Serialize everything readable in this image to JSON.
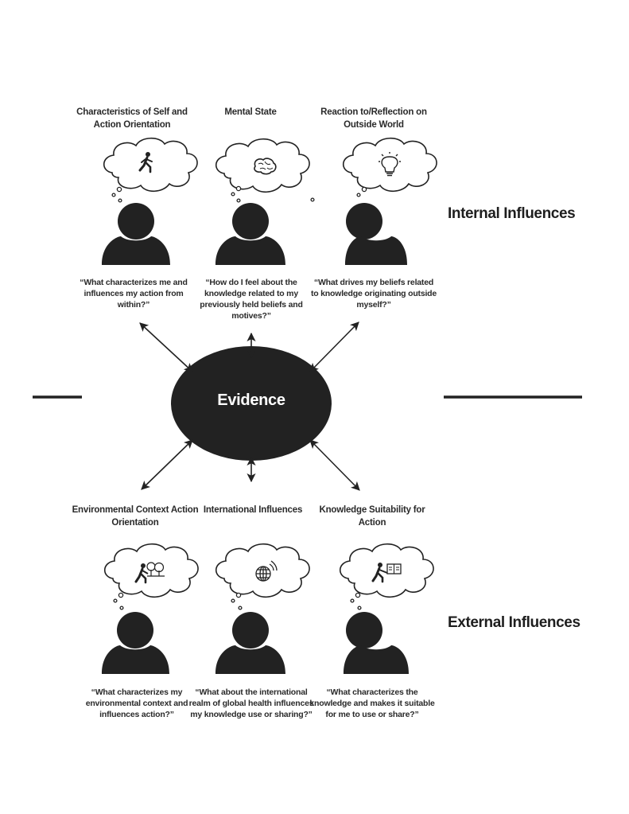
{
  "center": {
    "label": "Evidence"
  },
  "sections": {
    "internal": {
      "label": "Internal Influences"
    },
    "external": {
      "label": "External Influences"
    }
  },
  "internal_items": [
    {
      "heading": "Characteristics of Self and Action Orientation",
      "icon": "running-person-icon",
      "quote": "“What characterizes me and influences my action from within?”"
    },
    {
      "heading": "Mental State",
      "icon": "brain-icon",
      "quote": "“How do I feel about the knowledge related to my previously held beliefs and motives?”"
    },
    {
      "heading": "Reaction to/Reflection on Outside World",
      "icon": "lightbulb-icon",
      "quote": "“What drives my beliefs related to knowledge originating outside myself?”"
    }
  ],
  "external_items": [
    {
      "heading": "Environmental Context Action Orientation",
      "icon": "person-trees-icon",
      "quote": "“What characterizes my environmental context and influences action?”"
    },
    {
      "heading": "International Influences",
      "icon": "globe-signal-icon",
      "quote": "“What about the international realm of global health influences my knowledge use or sharing?”"
    },
    {
      "heading": "Knowledge Suitability for Action",
      "icon": "person-board-icon",
      "quote": "“What characterizes the knowledge and makes it suitable for me to use or share?”"
    }
  ],
  "colors": {
    "ink": "#222222",
    "background": "#ffffff",
    "center_text": "#ffffff"
  }
}
